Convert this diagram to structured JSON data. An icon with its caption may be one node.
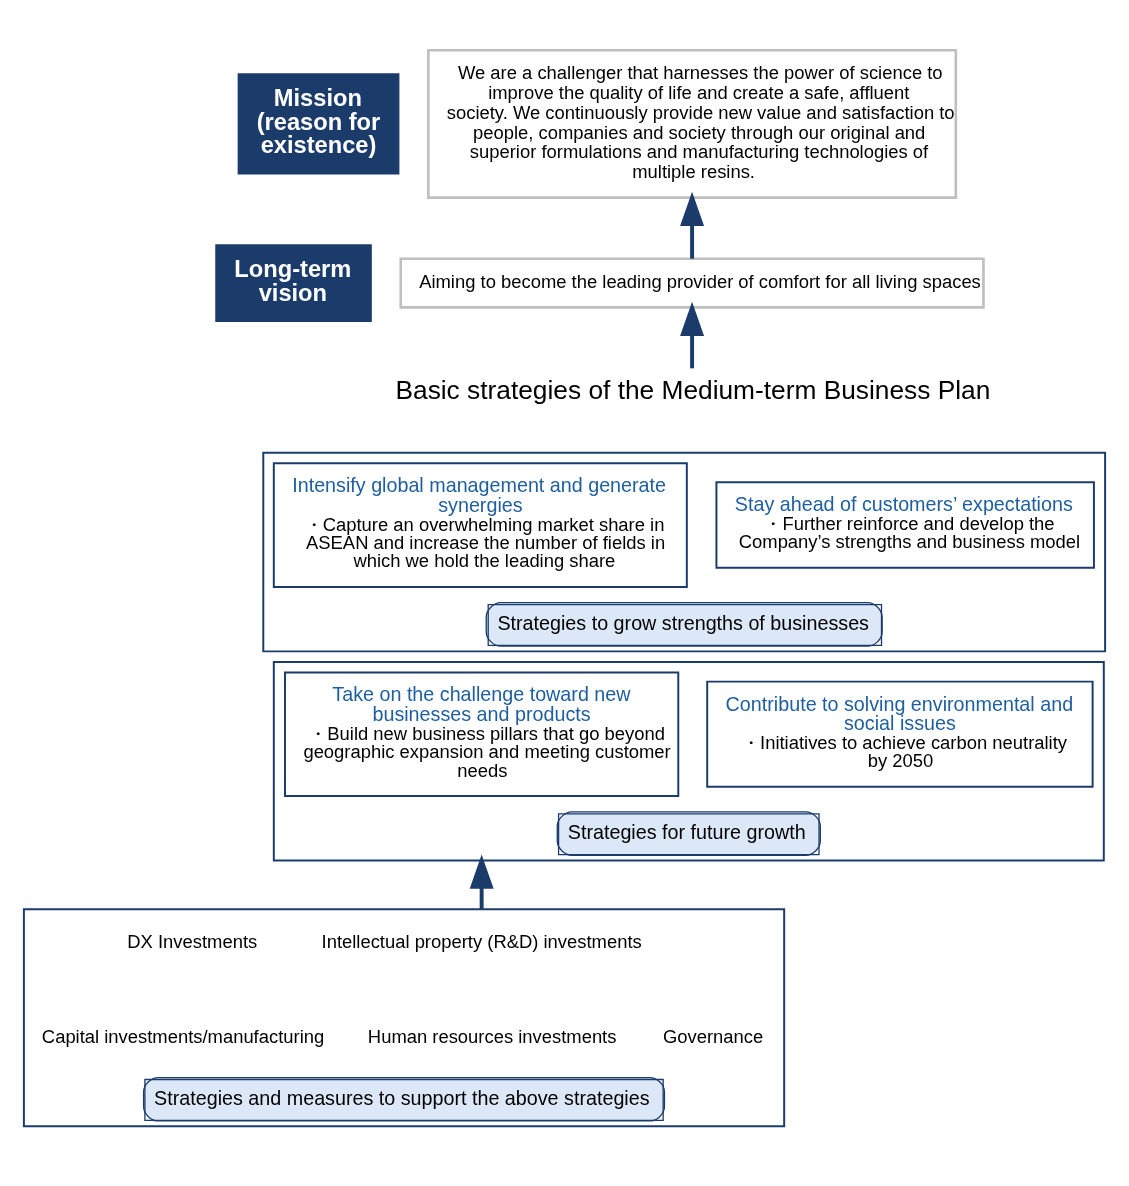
{
  "diagram": {
    "nodes": [
      {
        "text": [
          "Mission (reason for existence)"
        ]
      },
      {
        "text": [
          "We are a challenger that harnesses the power of science to improve the quality of life and create a safe, affluent society. We continuously provide new value and satisfaction to people, companies and society through our original and superior formulations and manufacturing technologies of multiple resins."
        ]
      },
      {
        "text": [
          "Long-term vision"
        ]
      },
      {
        "text": [
          "Aiming to become the leading provider of comfort for all living spaces"
        ]
      },
      {
        "text": [
          "Basic strategies of the Medium-term Business Plan"
        ]
      },
      {
        "text": [
          "Strategies to grow strengths of businesses"
        ]
      },
      {
        "text": [
          "Intensify global management and generate synergies",
          "・Capture an overwhelming market share in ASEAN and increase the number of fields in which we hold the leading share"
        ],
        "in": 5
      },
      {
        "text": [
          "Stay ahead of customers’ expectations",
          "・Further reinforce and develop the Company’s strengths and business model"
        ],
        "in": 5
      },
      {
        "text": [
          "Strategies for future growth"
        ]
      },
      {
        "text": [
          "Take on the challenge toward new businesses and products",
          "・Build new business pillars that go beyond geographic expansion and meeting customer needs"
        ],
        "in": 8
      },
      {
        "text": [
          "Contribute to solving environmental and social issues",
          "・Initiatives to achieve carbon neutrality by 2050"
        ],
        "in": 8
      },
      {
        "text": [
          "Strategies and measures to support the above strategies"
        ]
      }
    ],
    "edges": [
      {
        "from": 3,
        "to": 1,
        "arrow": "to"
      },
      {
        "from": 4,
        "to": 3,
        "arrow": "to"
      },
      {
        "from": 11,
        "to": 8,
        "arrow": "to"
      }
    ],
    "labels": [
      "DX Investments",
      "Intellectual property (R&D) investments",
      "Capital investments/manufacturing",
      "Human resources investments",
      "Governance"
    ]
  }
}
